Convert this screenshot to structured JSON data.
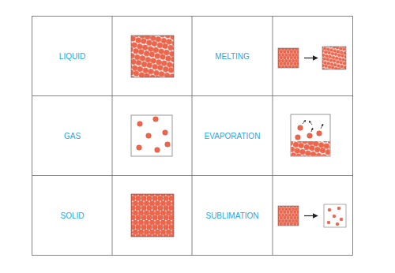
{
  "diagram": {
    "labels": [
      "LIQUID",
      "MELTING",
      "GAS",
      "EVAPORATION",
      "SOLID",
      "SUBLIMATION"
    ]
  }
}
